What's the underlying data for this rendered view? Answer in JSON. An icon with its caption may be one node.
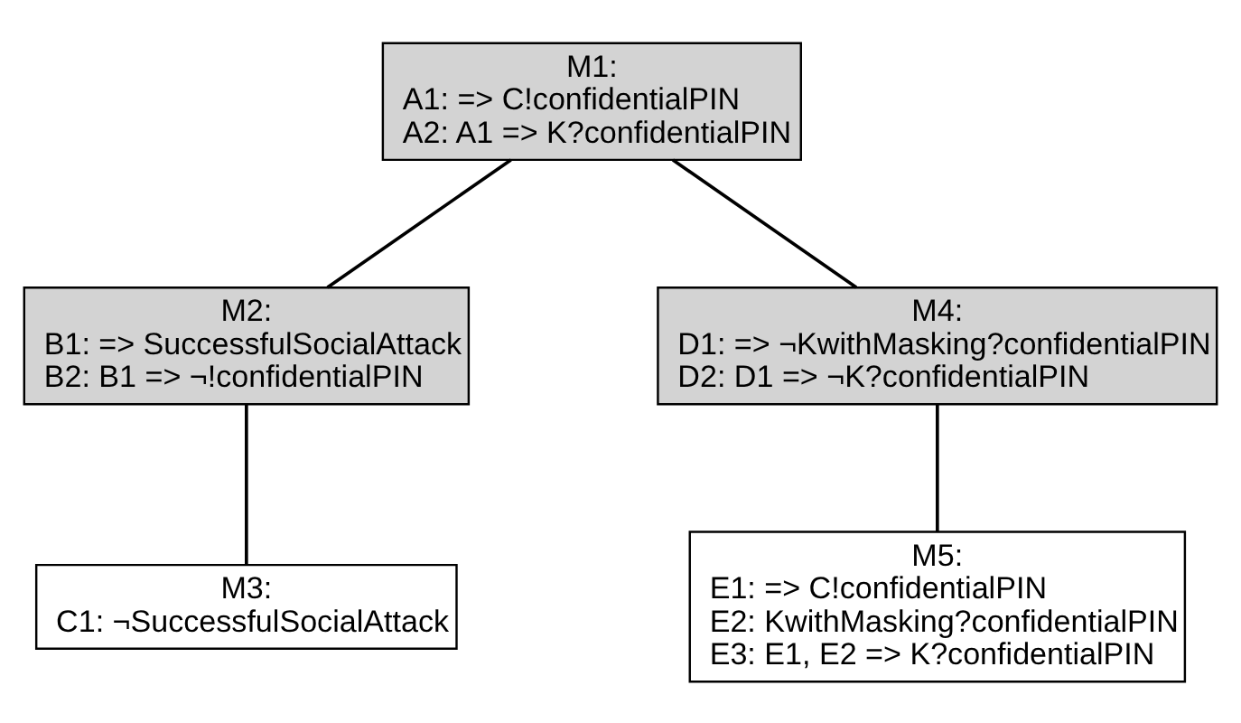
{
  "diagram": {
    "nodes": [
      {
        "text": [
          "M1:",
          "A1: => C!confidentialPIN",
          "A2: A1 => K?confidentialPIN"
        ]
      },
      {
        "text": [
          "M2:",
          "B1: => SuccessfulSocialAttack",
          "B2: B1 => ¬!confidentialPIN"
        ]
      },
      {
        "text": [
          "M4:",
          "D1: => ¬KwithMasking?confidentialPIN",
          "D2: D1 => ¬K?confidentialPIN"
        ]
      },
      {
        "text": [
          "M3:",
          "C1: ¬SuccessfulSocialAttack"
        ]
      },
      {
        "text": [
          "M5:",
          "E1: => C!confidentialPIN",
          "E2: KwithMasking?confidentialPIN",
          "E3: E1, E2 => K?confidentialPIN"
        ]
      }
    ],
    "edges": [
      {
        "from": 0,
        "to": 1,
        "arrow": "none"
      },
      {
        "from": 0,
        "to": 2,
        "arrow": "none"
      },
      {
        "from": 1,
        "to": 3,
        "arrow": "none"
      },
      {
        "from": 2,
        "to": 4,
        "arrow": "none"
      }
    ]
  }
}
